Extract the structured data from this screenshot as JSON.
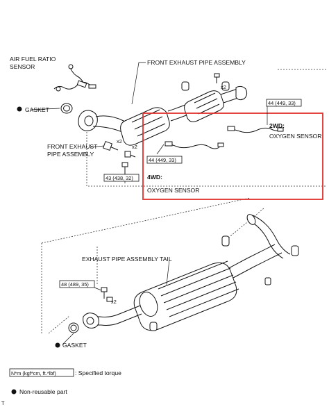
{
  "labels": {
    "afr_sensor_1": "AIR FUEL RATIO",
    "afr_sensor_2": "SENSOR",
    "front_exhaust_pipe_assembly": "FRONT EXHAUST PIPE ASSEMBLY",
    "gasket_top": "GASKET",
    "front_exhaust_pipe_1": "FRONT EXHAUST",
    "front_exhaust_pipe_2": "PIPE ASSEMBLY",
    "x2_top_right": "x2",
    "x2_left_a": "x2",
    "x2_left_b": "x2",
    "exhaust_pipe_tail": "EXHAUST PIPE ASSEMBLY TAIL",
    "gasket_bottom": "GASKET",
    "x2_bottom": "x2",
    "wd2": "2WD:",
    "oxygen_sensor_2wd": "OXYGEN SENSOR",
    "wd4": "4WD:",
    "oxygen_sensor_4wd": "OXYGEN SENSOR",
    "corner_mark": "T"
  },
  "torque": {
    "t1": "44 (449, 33)",
    "t2": "44 (449, 33)",
    "t3": "43 (438, 32)",
    "t4": "48 (489, 35)"
  },
  "legend": {
    "torque_box": "N*m (kgf*cm, ft.*lbf)",
    "torque_text": ": Specified torque",
    "nonreusable_text": "Non-reusable part"
  },
  "colors": {
    "highlight": "#e0302a",
    "ink": "#111111"
  }
}
